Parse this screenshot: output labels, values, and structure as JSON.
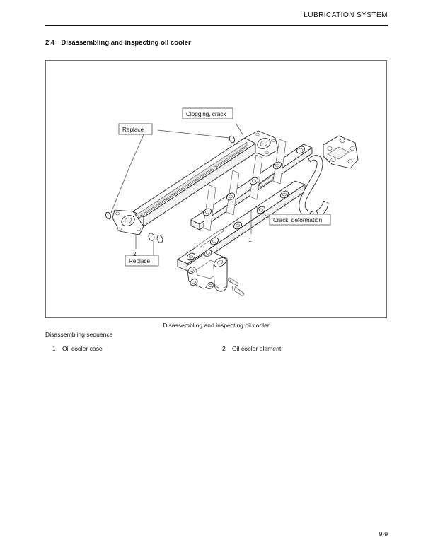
{
  "header": {
    "title": "LUBRICATION SYSTEM"
  },
  "section": {
    "number": "2.4",
    "title": "Disassembling and inspecting oil cooler"
  },
  "figure": {
    "caption": "Disassembling and inspecting oil cooler",
    "callouts": [
      {
        "id": "clogging-crack",
        "label": "Clogging, crack"
      },
      {
        "id": "replace-top",
        "label": "Replace"
      },
      {
        "id": "replace-bottom",
        "label": "Replace"
      },
      {
        "id": "crack-deformation",
        "label": "Crack, deformation"
      }
    ],
    "item_numbers": [
      {
        "id": "item-1",
        "label": "1"
      },
      {
        "id": "item-2",
        "label": "2"
      }
    ]
  },
  "sequence": {
    "title": "Disassembling sequence",
    "parts": [
      {
        "number": "1",
        "name": "Oil cooler case"
      },
      {
        "number": "2",
        "name": "Oil cooler element"
      }
    ]
  },
  "footer": {
    "page_number": "9-9"
  },
  "colors": {
    "ink": "#111111",
    "rule": "#111111",
    "frame": "#6e6e6e",
    "line": "#1d1d1d"
  }
}
